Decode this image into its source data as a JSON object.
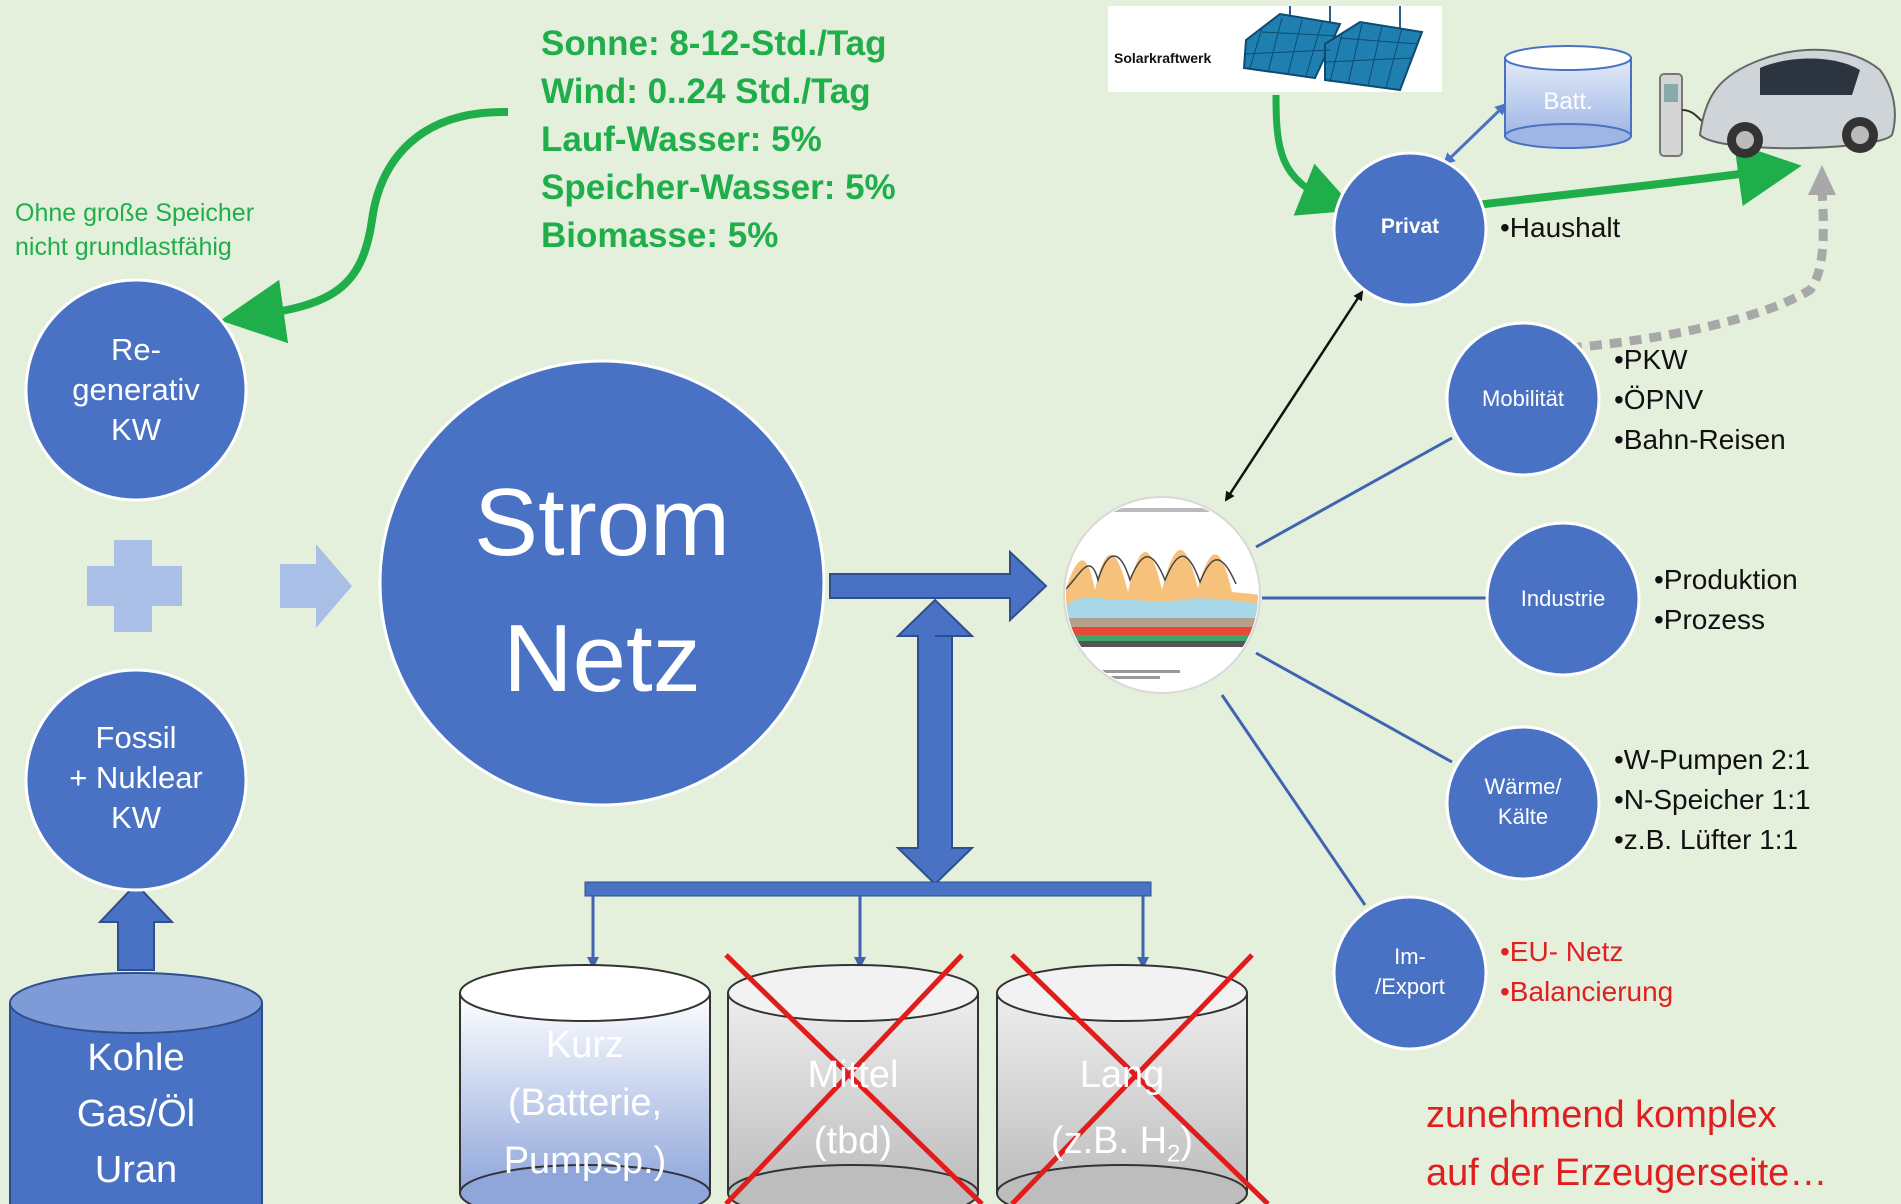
{
  "sources_note": {
    "lines": [
      "Sonne: 8-12-Std./Tag",
      "Wind: 0..24 Std./Tag",
      "Lauf-Wasser: 5%",
      "Speicher-Wasser: 5%",
      "Biomasse: 5%"
    ]
  },
  "baseload_note": {
    "line1": "Ohne große Speicher",
    "line2": "nicht grundlastfähig"
  },
  "regenerativ": {
    "line1": "Re-",
    "line2": "generativ",
    "line3": "KW"
  },
  "fossil": {
    "line1": "Fossil",
    "line2": "+ Nuklear",
    "line3": "KW"
  },
  "fuel": {
    "line1": "Kohle",
    "line2": "Gas/Öl",
    "line3": "Uran"
  },
  "netz": {
    "line1": "Strom",
    "line2": "Netz"
  },
  "storage": {
    "kurz": {
      "line1": "Kurz",
      "line2": "(Batterie,",
      "line3": "Pumpsp.)"
    },
    "mittel": {
      "line1": "Mittel",
      "line2": "(tbd)"
    },
    "lang": {
      "line1": "Lang",
      "line2_pre": "(z.B. H",
      "line2_sub": "2",
      "line2_post": ")"
    }
  },
  "solar": {
    "label": "Solarkraftwerk"
  },
  "battery": {
    "label": "Batt."
  },
  "consumers": {
    "privat": {
      "label": "Privat",
      "items": [
        "•Haushalt"
      ]
    },
    "mobilitaet": {
      "label": "Mobilität",
      "items": [
        "•PKW",
        "•ÖPNV",
        "•Bahn-Reisen"
      ]
    },
    "industrie": {
      "label": "Industrie",
      "items": [
        "•Produktion",
        "•Prozess"
      ]
    },
    "waerme": {
      "line1": "Wärme/",
      "line2": "Kälte",
      "items": [
        "•W-Pumpen 2:1",
        "•N-Speicher 1:1",
        "•z.B. Lüfter 1:1"
      ]
    },
    "import_export": {
      "line1": "Im-",
      "line2": "/Export",
      "items": [
        "•EU- Netz",
        "•Balancierung"
      ]
    }
  },
  "footer_note": {
    "line1": "zunehmend komplex",
    "line2": "auf der Erzeugerseite…"
  },
  "colors": {
    "primary_blue": "#4a72c4",
    "green_text": "#1fae4a",
    "red_text": "#e02020",
    "background": "#e4f0dc"
  }
}
